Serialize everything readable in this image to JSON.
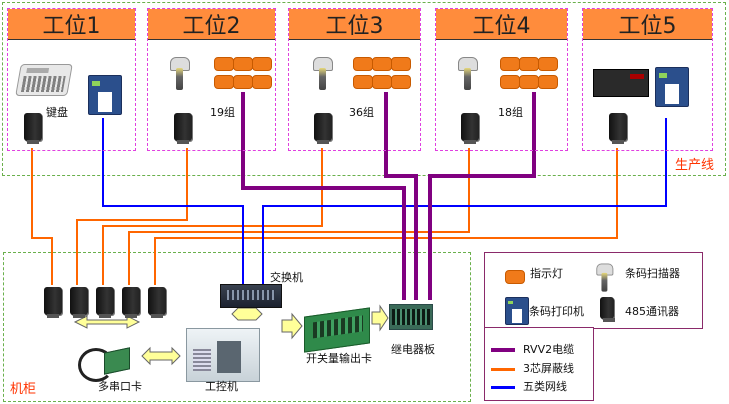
{
  "stations": [
    {
      "title": "工位1",
      "device_labels": [
        "键盘"
      ]
    },
    {
      "title": "工位2",
      "device_labels": [
        "19组"
      ]
    },
    {
      "title": "工位3",
      "device_labels": [
        "36组"
      ]
    },
    {
      "title": "工位4",
      "device_labels": [
        "18组"
      ]
    },
    {
      "title": "工位5",
      "device_labels": []
    }
  ],
  "zones": {
    "production_line": "生产线",
    "cabinet": "机柜"
  },
  "cabinet_devices": {
    "switch": "交换机",
    "industrial_pc": "工控机",
    "multi_serial_card": "多串口卡",
    "digital_output_card": "开关量输出卡",
    "relay_board": "继电器板"
  },
  "legend": {
    "icons": [
      {
        "icon": "indicator-lamp-icon",
        "label": "指示灯"
      },
      {
        "icon": "barcode-scanner-icon",
        "label": "条码扫描器"
      },
      {
        "icon": "barcode-printer-icon",
        "label": "条码打印机"
      },
      {
        "icon": "rs485-communicator-icon",
        "label": "485通讯器"
      }
    ],
    "lines": [
      {
        "label": "RVV2电缆",
        "color": "#800080"
      },
      {
        "label": "3芯屏蔽线",
        "color": "#ff6600"
      },
      {
        "label": "五类网线",
        "color": "#0000ff"
      }
    ]
  },
  "colors": {
    "station_header": "#ff8c3c",
    "rvv2": "#800080",
    "shielded": "#ff6600",
    "ethernet": "#0000ff",
    "zone_border": "#6ab04c",
    "station_border": "#e040e0",
    "zone_label": "#ff3300"
  }
}
